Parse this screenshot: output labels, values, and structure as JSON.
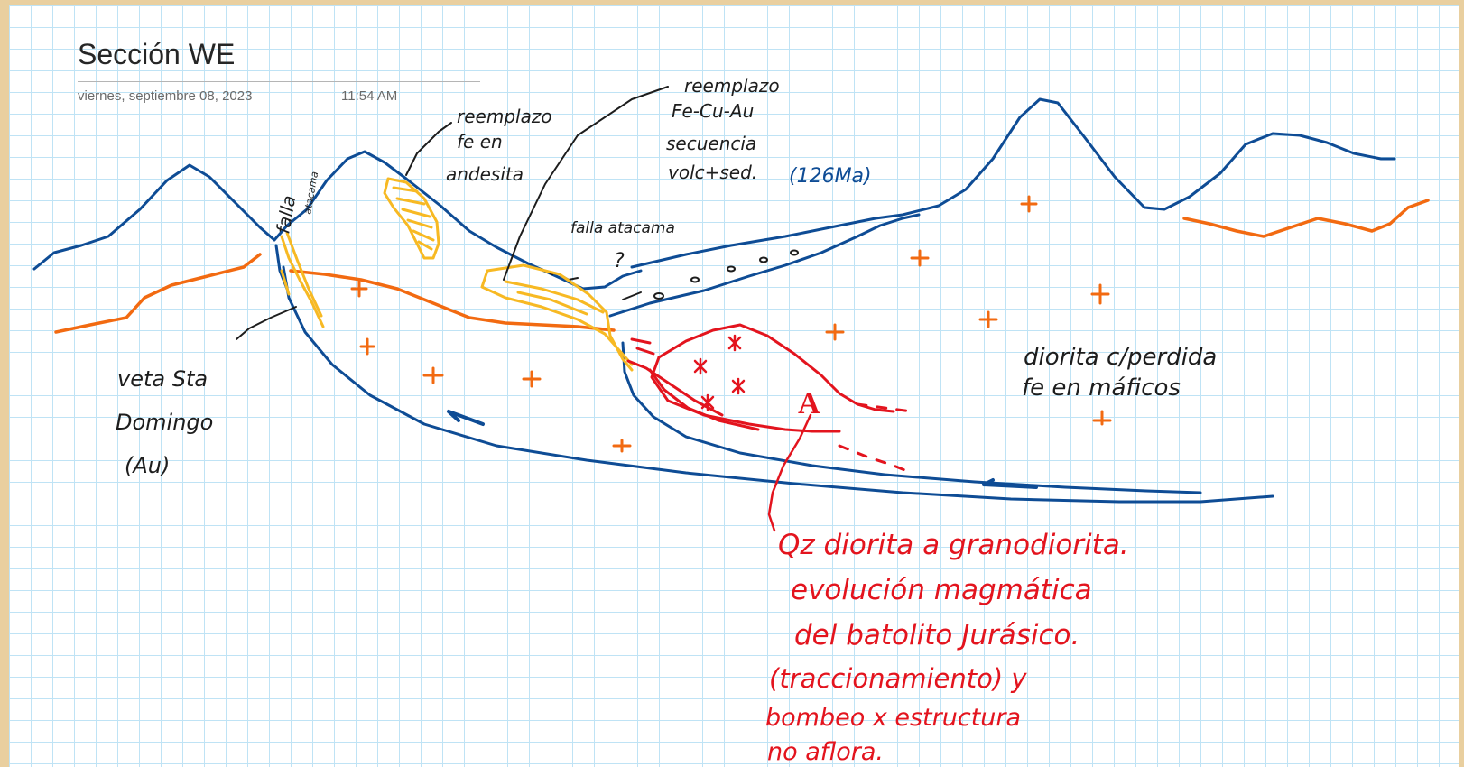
{
  "header": {
    "title": "Sección WE",
    "date": "viernes, septiembre 08, 2023",
    "time": "11:54 AM"
  },
  "colors": {
    "blue": "#0e4c95",
    "orange": "#f26a11",
    "yellow": "#f7b923",
    "red": "#e3141e",
    "black": "#1d1d1d",
    "grid": "#bfe3f5",
    "frame": "#e9cf9f"
  },
  "labels": {
    "falla_left": "falla",
    "falla_left_sub": "atacama",
    "reemplazo_fe": [
      "reemplazo",
      "fe en",
      "andesita"
    ],
    "reemplazo_fecuau": [
      "reemplazo",
      "Fe-Cu-Au",
      "secuencia",
      "volc+sed."
    ],
    "age": "(126Ma)",
    "falla_atacama": "falla atacama",
    "question_mark": "?",
    "veta": [
      "veta Sta",
      "Domingo",
      "(Au)"
    ],
    "diorita": [
      "diorita c/perdida",
      "fe en máficos"
    ],
    "marker_a": "A",
    "qz_note": [
      "Qz diorita a granodiorita.",
      "evolución magmática",
      "del batolito Jurásico.",
      "(traccionamiento) y",
      "bombeo x estructura",
      "no aflora."
    ]
  }
}
